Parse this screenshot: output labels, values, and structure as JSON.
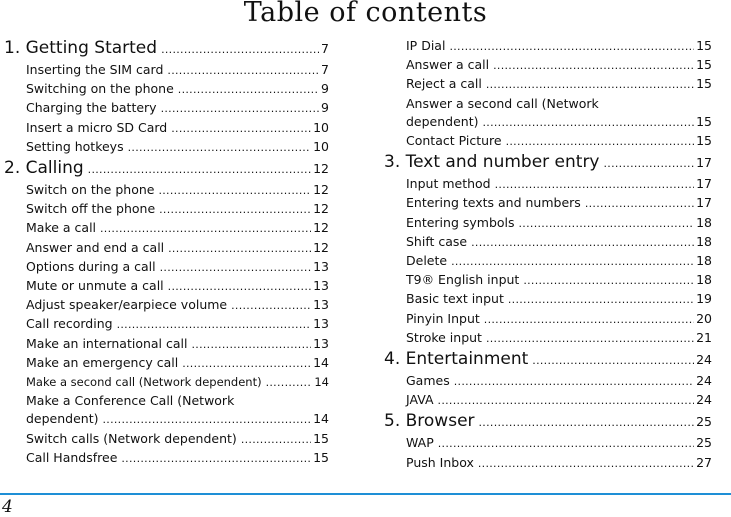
{
  "title": "Table of contents",
  "page_number": "4",
  "colors": {
    "rule": "#1e8fd6"
  },
  "chapters": [
    {
      "label": "1. Getting Started",
      "page": "7",
      "items": [
        {
          "label": "Inserting the SIM card",
          "page": "7"
        },
        {
          "label": "Switching on the phone",
          "page": "9"
        },
        {
          "label": "Charging the battery",
          "page": "9"
        },
        {
          "label": "Insert a micro SD Card",
          "page": "10"
        },
        {
          "label": "Setting hotkeys",
          "page": "10"
        }
      ]
    },
    {
      "label": "2. Calling",
      "page": "12",
      "items": [
        {
          "label": "Switch on the phone",
          "page": "12"
        },
        {
          "label": "Switch off the phone",
          "page": "12"
        },
        {
          "label": "Make a call",
          "page": "12"
        },
        {
          "label": "Answer and end a call",
          "page": "12"
        },
        {
          "label": "Options during a call",
          "page": "13"
        },
        {
          "label": "Mute or unmute a call",
          "page": "13"
        },
        {
          "label": "Adjust speaker/earpiece volume",
          "page": "13"
        },
        {
          "label": "Call recording",
          "page": "13"
        },
        {
          "label": "Make an international call",
          "page": "13"
        },
        {
          "label": "Make an emergency call",
          "page": "14"
        },
        {
          "label": "Make a second call (Network dependent)",
          "page": "14"
        },
        {
          "label_first": "Make a Conference Call (Network",
          "label": "dependent)",
          "page": "14"
        },
        {
          "label": "Switch calls (Network dependent)",
          "page": "15"
        },
        {
          "label": "Call Handsfree",
          "page": "15"
        },
        {
          "label": "IP Dial",
          "page": "15"
        },
        {
          "label": "Answer a call",
          "page": "15"
        },
        {
          "label": "Reject a call",
          "page": "15"
        },
        {
          "label_first": "Answer a second call (Network",
          "label": "dependent)",
          "page": "15"
        },
        {
          "label": "Contact Picture",
          "page": "15"
        }
      ]
    },
    {
      "label": "3. Text and number entry",
      "page": "17",
      "items": [
        {
          "label": "Input method",
          "page": "17"
        },
        {
          "label": "Entering texts and numbers",
          "page": "17"
        },
        {
          "label": "Entering symbols",
          "page": "18"
        },
        {
          "label": "Shift case",
          "page": "18"
        },
        {
          "label": "Delete",
          "page": "18"
        },
        {
          "label": "T9® English input",
          "page": "18"
        },
        {
          "label": "Basic text input",
          "page": "19"
        },
        {
          "label": "Pinyin Input",
          "page": "20"
        },
        {
          "label": "Stroke input",
          "page": "21"
        }
      ]
    },
    {
      "label": "4. Entertainment",
      "page": "24",
      "items": [
        {
          "label": "Games",
          "page": "24"
        },
        {
          "label": "JAVA",
          "page": "24"
        }
      ]
    },
    {
      "label": "5. Browser",
      "page": "25",
      "items": [
        {
          "label": "WAP",
          "page": "25"
        },
        {
          "label": "Push Inbox",
          "page": "27"
        }
      ]
    }
  ]
}
